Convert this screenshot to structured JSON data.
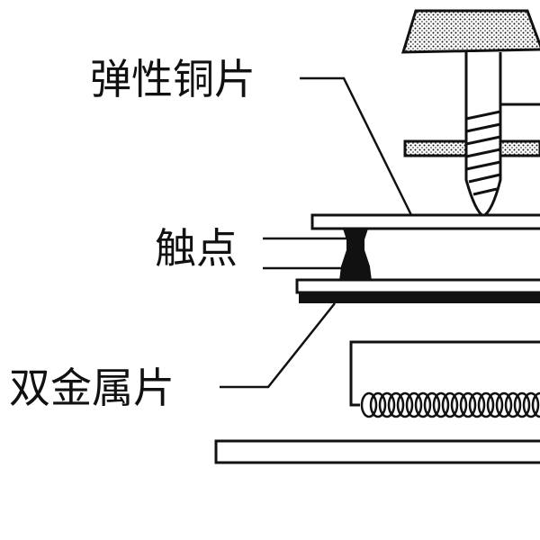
{
  "labels": {
    "elastic_copper": "弹性铜片",
    "contact": "触点",
    "bimetal": "双金属片"
  }
}
